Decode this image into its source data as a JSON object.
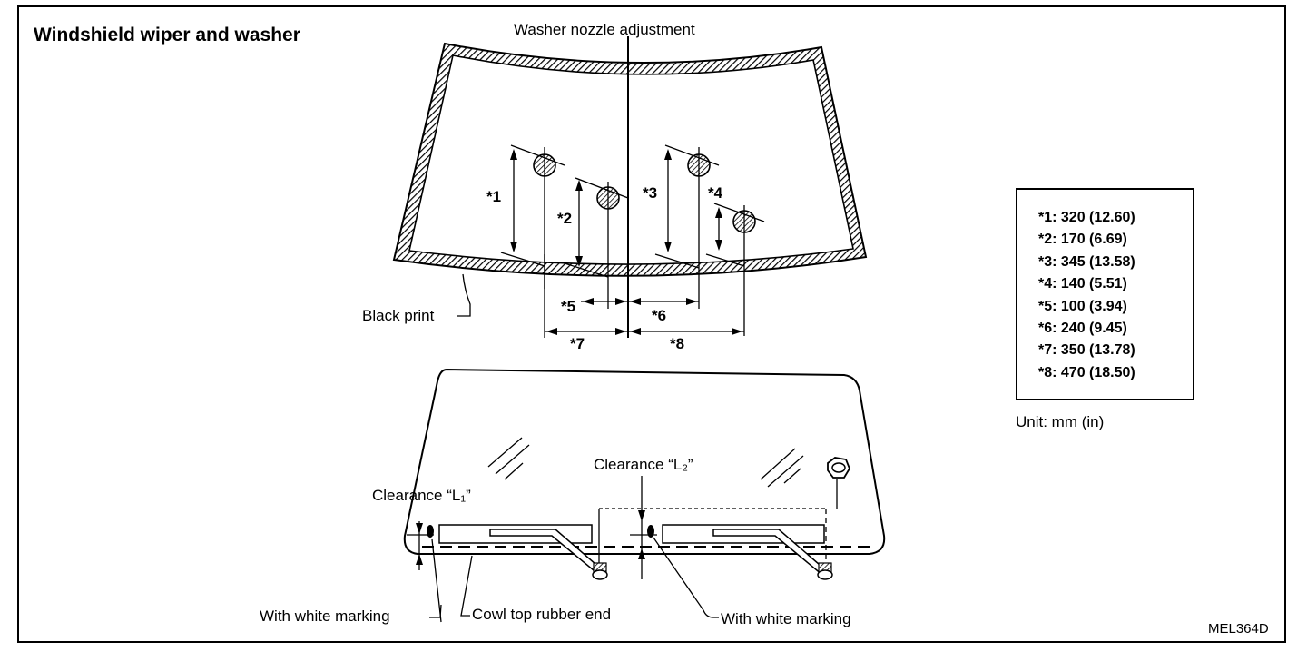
{
  "title": "Windshield wiper and washer",
  "nozzle_label": "Washer nozzle adjustment",
  "black_print_label": "Black print",
  "markers": [
    "*1",
    "*2",
    "*3",
    "*4",
    "*5",
    "*6",
    "*7",
    "*8"
  ],
  "specs": [
    "*1: 320 (12.60)",
    "*2: 170 (6.69)",
    "*3: 345 (13.58)",
    "*4: 140 (5.51)",
    "*5: 100 (3.94)",
    "*6: 240 (9.45)",
    "*7: 350 (13.78)",
    "*8: 470 (18.50)"
  ],
  "unit_label": "Unit: mm (in)",
  "clearance_l1": "Clearance “L₁”",
  "clearance_l2": "Clearance “L₂”",
  "white_marking_left": "With white marking",
  "cowl_label": "Cowl top rubber end",
  "white_marking_right": "With white marking",
  "figure_code": "MEL364D"
}
